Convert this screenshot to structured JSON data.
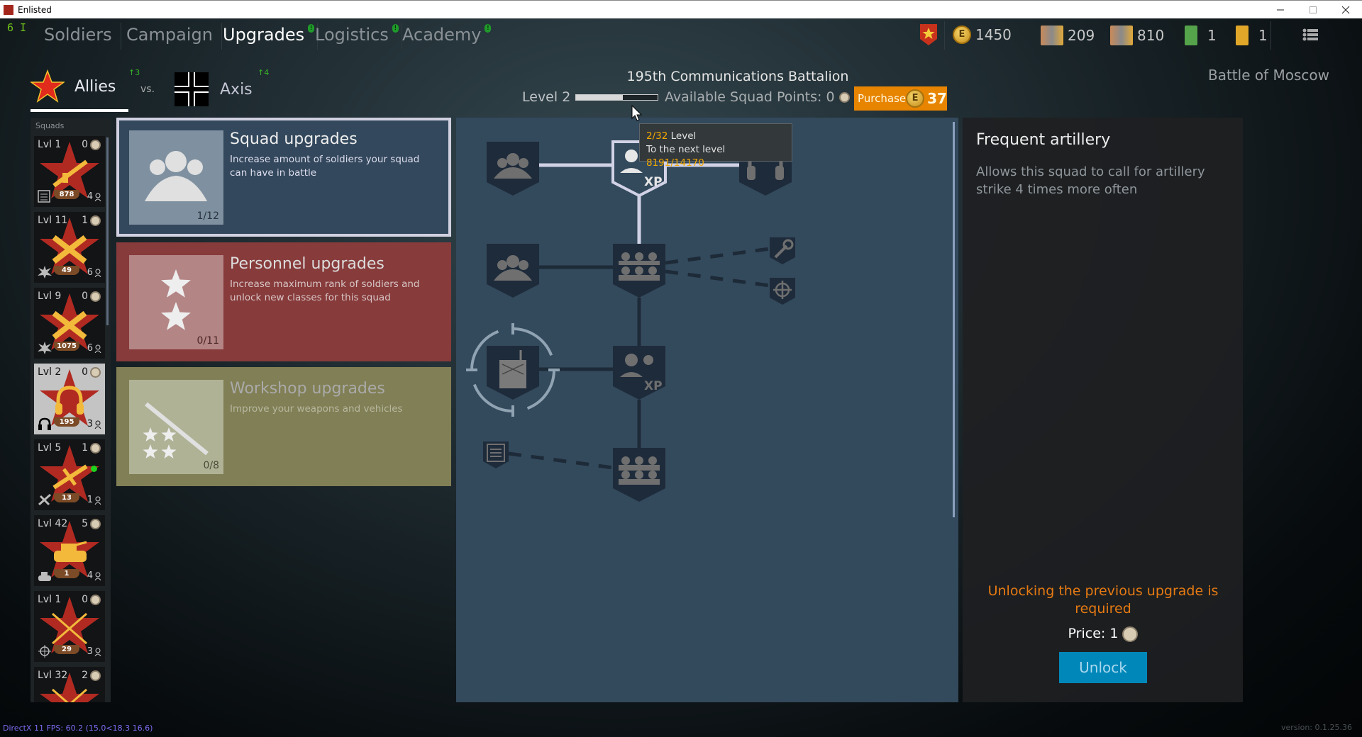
{
  "window": {
    "title": "Enlisted",
    "fps_indicator": "6 I"
  },
  "nav": {
    "tabs": [
      {
        "label": "Soldiers"
      },
      {
        "label": "Campaign"
      },
      {
        "label": "Upgrades",
        "badge": "!"
      },
      {
        "label": "Logistics",
        "badge": "!"
      },
      {
        "label": "Academy",
        "badge": "!"
      }
    ],
    "active": "Upgrades"
  },
  "resources": {
    "gold": "1450",
    "weapon_orders": "209",
    "soldier_orders": "810",
    "reset_orders": "1",
    "vehicle_orders": "1"
  },
  "factions": {
    "allies": {
      "label": "Allies",
      "upgrades": "3"
    },
    "vs": "vs.",
    "axis": {
      "label": "Axis",
      "upgrades": "4"
    }
  },
  "battle": "Battle of Moscow",
  "squad": {
    "name": "195th Communications Battalion",
    "level_label": "Level 2",
    "level_progress": 0.578,
    "squad_points_label": "Available Squad Points: 0",
    "purchase_label": "Purchase",
    "purchase_price": "37"
  },
  "tooltip": {
    "level": "2/32",
    "level_word": "Level",
    "next_label": "To the next level",
    "next_value": "8191/14170"
  },
  "squads": {
    "label": "Squads",
    "items": [
      {
        "level": "Lvl 1",
        "points": "0",
        "badge": "878",
        "count": "4",
        "emblem": "smg",
        "class_icon": "list"
      },
      {
        "level": "Lvl 11",
        "points": "1",
        "badge": "49",
        "count": "6",
        "emblem": "artillery",
        "class_icon": "explosion"
      },
      {
        "level": "Lvl 9",
        "points": "0",
        "badge": "1075",
        "count": "6",
        "emblem": "artillery",
        "class_icon": "explosion"
      },
      {
        "level": "Lvl 2",
        "points": "0",
        "badge": "195",
        "count": "3",
        "emblem": "headphones",
        "class_icon": "headphones",
        "selected": true
      },
      {
        "level": "Lvl 5",
        "points": "1",
        "badge": "13",
        "count": "1",
        "emblem": "plane",
        "class_icon": "plane",
        "alert": true
      },
      {
        "level": "Lvl 42",
        "points": "5",
        "badge": "1",
        "count": "4",
        "emblem": "tank",
        "class_icon": "tank"
      },
      {
        "level": "Lvl 1",
        "points": "0",
        "badge": "29",
        "count": "3",
        "emblem": "rifles",
        "class_icon": "crosshair"
      },
      {
        "level": "Lvl 32",
        "points": "2",
        "badge": "",
        "count": "",
        "emblem": "rifles",
        "class_icon": ""
      }
    ]
  },
  "upgrade_categories": [
    {
      "title": "Squad upgrades",
      "desc": "Increase amount of soldiers your squad can have in battle",
      "progress": "1/12"
    },
    {
      "title": "Personnel upgrades",
      "desc": "Increase maximum rank of soldiers and unlock new classes for this squad",
      "progress": "0/11"
    },
    {
      "title": "Workshop upgrades",
      "desc": "Improve your weapons and vehicles",
      "progress": "0/8"
    }
  ],
  "tree": {
    "xp_label": "XP"
  },
  "details": {
    "title": "Frequent artillery",
    "desc": "Allows this squad to call for artillery strike 4 times more often",
    "warning": "Unlocking the previous upgrade is required",
    "price_label": "Price: 1",
    "unlock_label": "Unlock"
  },
  "footer": {
    "fps": "DirectX 11 FPS: 60.2 (15.0<18.3 16.6)",
    "version": "version: 0.1.25.36"
  },
  "colors": {
    "accent_orange": "#e88500",
    "unlock_blue": "#0087b9",
    "warning": "#e57a12",
    "tree_bg": "#33495c"
  }
}
